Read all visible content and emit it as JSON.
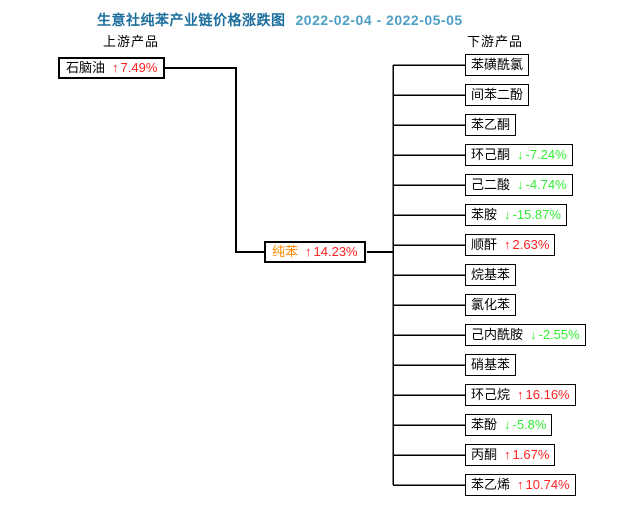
{
  "title": {
    "main": "生意社纯苯产业链价格涨跌图",
    "date_range": "2022-02-04 - 2022-05-05"
  },
  "labels": {
    "upstream": "上游产品",
    "downstream": "下游产品"
  },
  "colors": {
    "title": "#1c6f9c",
    "date": "#4d9fc4",
    "up": "#ff2222",
    "down": "#33ee33",
    "center_name": "#ff8800",
    "line": "#000000",
    "background": "#ffffff"
  },
  "upstream_node": {
    "name": "石脑油",
    "arrow": "↑",
    "value": "7.49%",
    "direction": "up"
  },
  "center_node": {
    "name": "纯苯",
    "arrow": "↑",
    "value": "14.23%",
    "direction": "up"
  },
  "downstream_nodes": [
    {
      "name": "苯磺酰氯",
      "arrow": "",
      "value": "",
      "direction": "none"
    },
    {
      "name": "间苯二酚",
      "arrow": "",
      "value": "",
      "direction": "none"
    },
    {
      "name": "苯乙酮",
      "arrow": "",
      "value": "",
      "direction": "none"
    },
    {
      "name": "环己酮",
      "arrow": "↓",
      "value": "-7.24%",
      "direction": "down"
    },
    {
      "name": "己二酸",
      "arrow": "↓",
      "value": "-4.74%",
      "direction": "down"
    },
    {
      "name": "苯胺",
      "arrow": "↓",
      "value": "-15.87%",
      "direction": "down"
    },
    {
      "name": "顺酐",
      "arrow": "↑",
      "value": "2.63%",
      "direction": "up"
    },
    {
      "name": "烷基苯",
      "arrow": "",
      "value": "",
      "direction": "none"
    },
    {
      "name": "氯化苯",
      "arrow": "",
      "value": "",
      "direction": "none"
    },
    {
      "name": "己内酰胺",
      "arrow": "↓",
      "value": "-2.55%",
      "direction": "down"
    },
    {
      "name": "硝基苯",
      "arrow": "",
      "value": "",
      "direction": "none"
    },
    {
      "name": "环己烷",
      "arrow": "↑",
      "value": "16.16%",
      "direction": "up"
    },
    {
      "name": "苯酚",
      "arrow": "↓",
      "value": "-5.8%",
      "direction": "down"
    },
    {
      "name": "丙酮",
      "arrow": "↑",
      "value": "1.67%",
      "direction": "up"
    },
    {
      "name": "苯乙烯",
      "arrow": "↑",
      "value": "10.74%",
      "direction": "up"
    }
  ]
}
